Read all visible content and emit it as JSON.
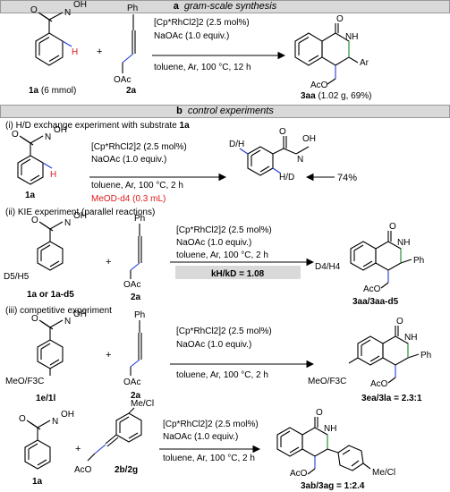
{
  "section_a": {
    "letter": "a",
    "title": "gram-scale synthesis"
  },
  "section_b": {
    "letter": "b",
    "title": "control experiments"
  },
  "gram": {
    "sub1_label": "1a",
    "sub1_amount": "(6 mmol)",
    "sub2_label": "2a",
    "plus": "+",
    "cond1": "[Cp*RhCl2]2 (2.5 mol%)",
    "cond2": "NaOAc (1.0 equiv.)",
    "cond3": "toluene, Ar, 100 °C, 12 h",
    "product_label": "3aa",
    "product_yield": "(1.02 g, 69%)",
    "ph": "Ph",
    "oac": "OAc",
    "aco": "AcO",
    "ar": "Ar",
    "nh": "NH",
    "h_atom": "H",
    "oh": "OH",
    "n_atom": "N",
    "o_atom": "O",
    "h": "H"
  },
  "exp1": {
    "title": "(i) H/D exchange experiment with substrate",
    "title_sub": "1a",
    "cond1": "[Cp*RhCl2]2 (2.5 mol%)",
    "cond2": "NaOAc (1.0 equiv.)",
    "cond3": "toluene, Ar, 100 °C, 2 h",
    "cond4": "MeOD-d4 (0.3 mL)",
    "sub_label": "1a",
    "d_label": "D/H",
    "hd_label": "H/D",
    "percent": "74%"
  },
  "exp2": {
    "title": "(ii) KIE experiment (parallel reactions)",
    "cond1": "[Cp*RhCl2]2 (2.5 mol%)",
    "cond2": "NaOAc (1.0 equiv.)",
    "cond3": "toluene, Ar, 100 °C, 2 h",
    "kie": "kH/kD = 1.08",
    "sub_label": "1a or 1a-d5",
    "d5": "D5/H5",
    "d4": "D4/H4",
    "reagent_label": "2a",
    "product_label": "3aa/3aa-d5"
  },
  "exp3": {
    "title": "(iii) competitive experiment",
    "cond1": "[Cp*RhCl2]2 (2.5 mol%)",
    "cond2": "NaOAc (1.0 equiv.)",
    "cond3": "toluene, Ar, 100 °C, 2 h",
    "sub_label": "1e/1l",
    "sub_group": "MeO/F3C",
    "reagent_label": "2a",
    "product_group": "MeO/F3C",
    "product_label": "3ea/3la = 2.3:1"
  },
  "exp4": {
    "cond1": "[Cp*RhCl2]2 (2.5 mol%)",
    "cond2": "NaOAc (1.0 equiv.)",
    "cond3": "toluene, Ar, 100 °C, 2 h",
    "sub_label": "1a",
    "reagent_label": "2b/2g",
    "reagent_group": "Me/Cl",
    "product_group": "Me/Cl",
    "product_label": "3ab/3ag = 1:2.4"
  }
}
